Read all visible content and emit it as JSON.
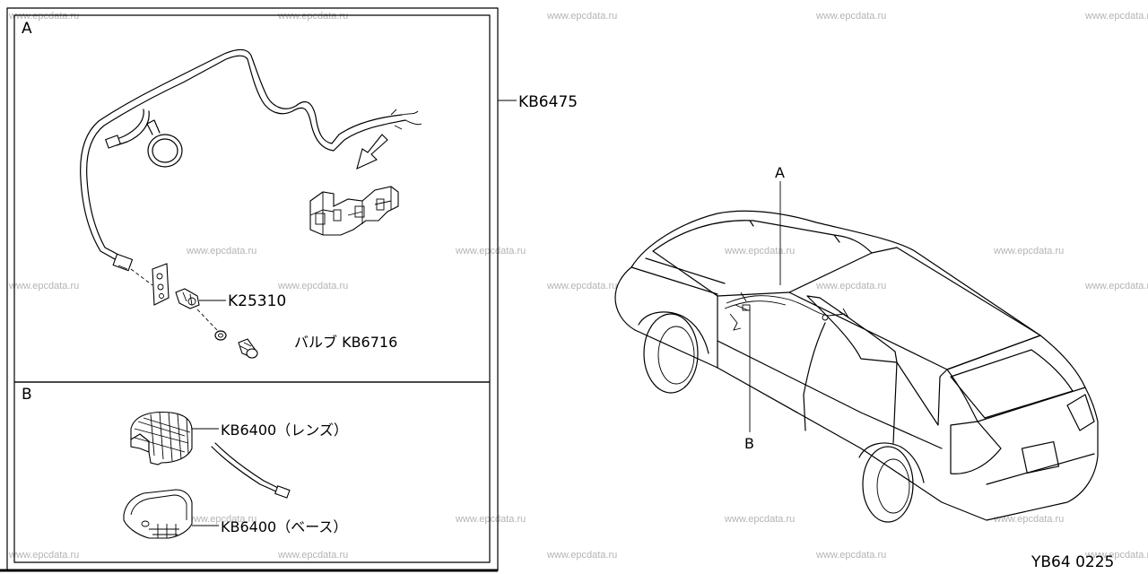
{
  "watermark": "www.epcdata.ru",
  "panels": {
    "a_label": "A",
    "b_label": "B"
  },
  "callouts": {
    "harness": "KB6475",
    "socket": "K25310",
    "bulb": "バルブ KB6716",
    "lens": "KB6400（レンズ）",
    "base": "KB6400（ベース）",
    "car_a": "A",
    "car_b": "B"
  },
  "footer": {
    "code": "YB64  0225"
  }
}
